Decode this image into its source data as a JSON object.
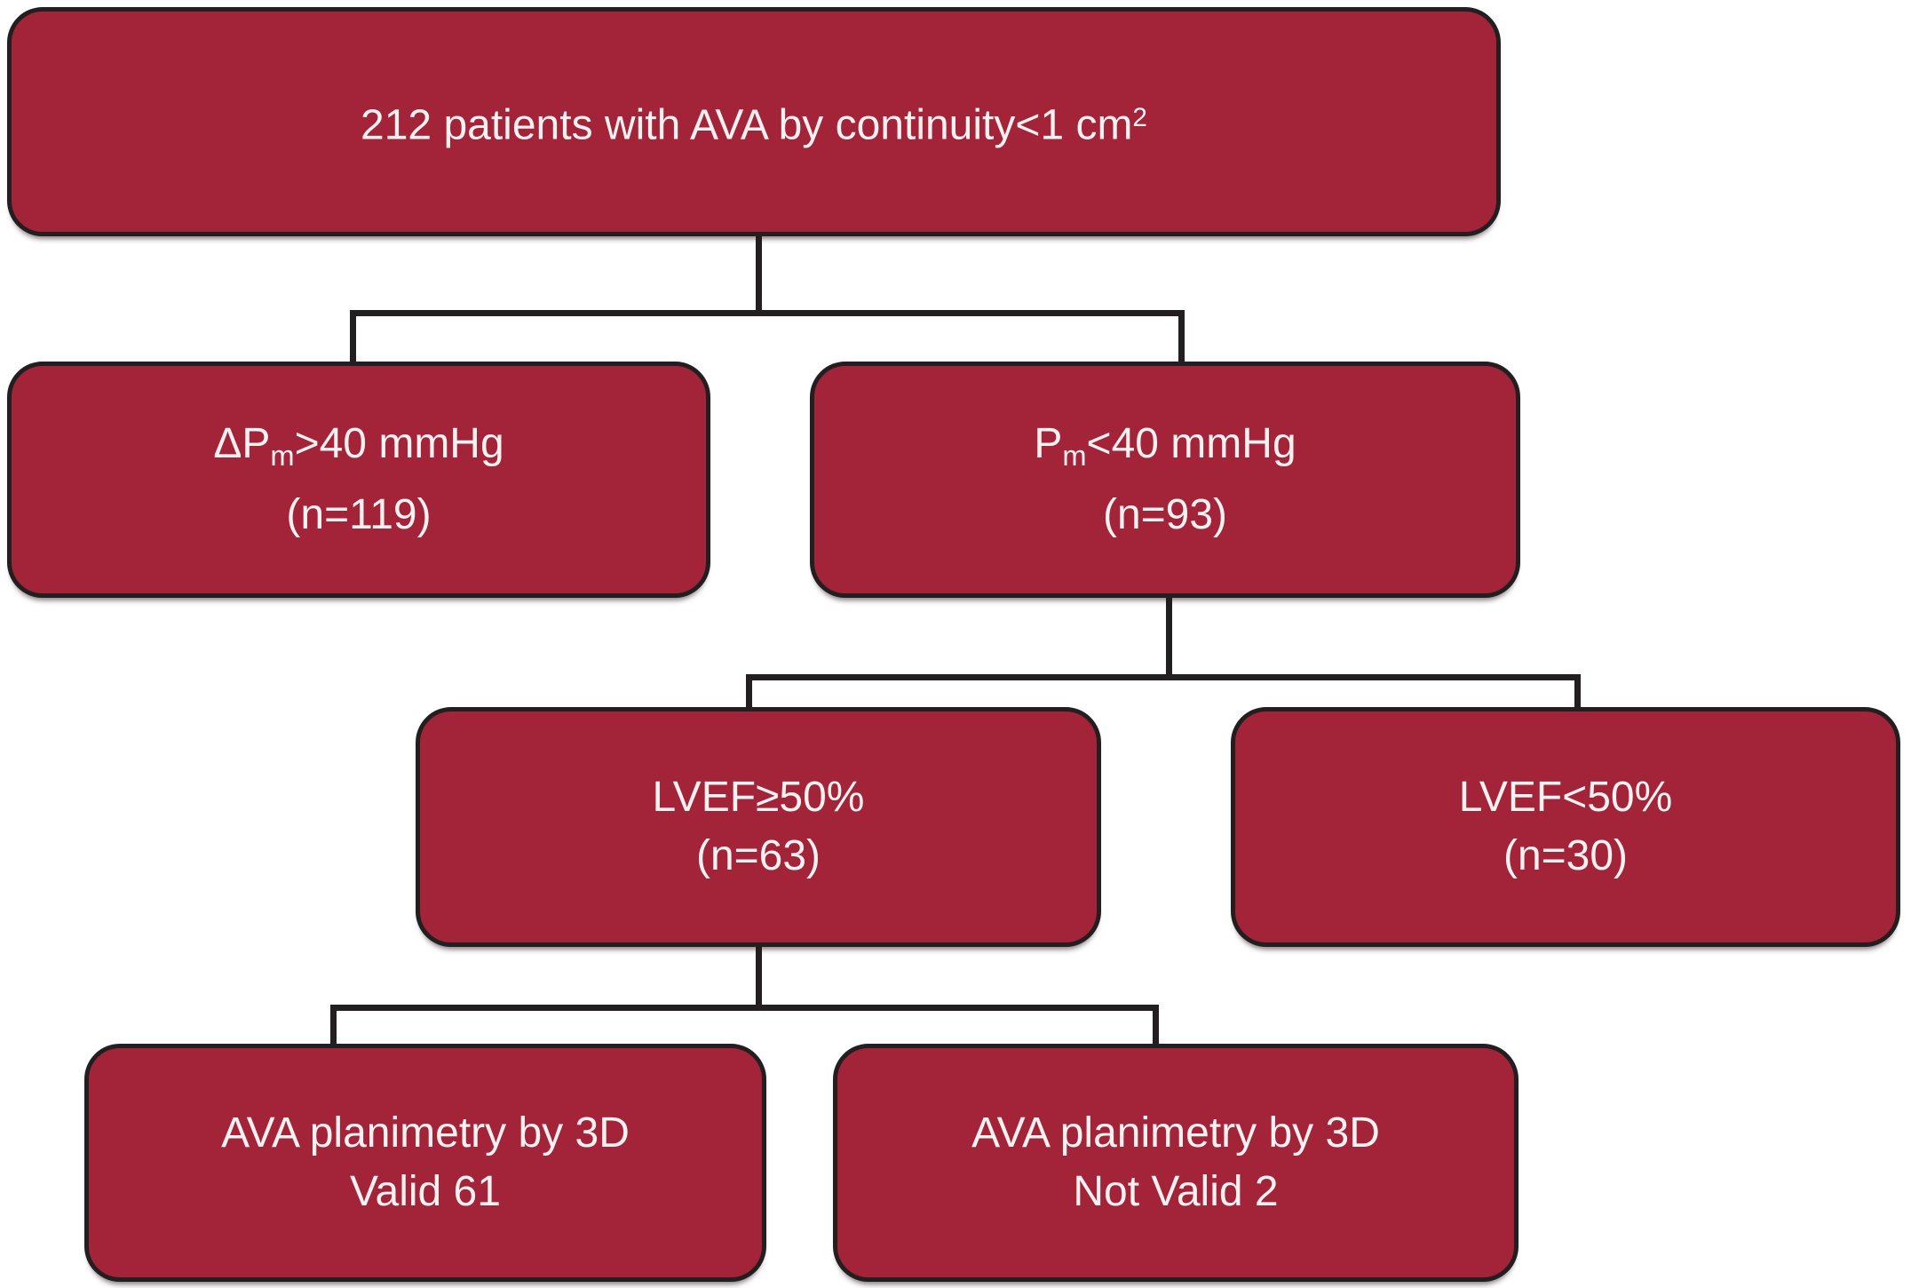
{
  "flowchart": {
    "colors": {
      "background": "#ffffff",
      "box_fill": "#a32438",
      "box_border": "#231f20",
      "connector": "#231f20",
      "text_color": "#f7f1f2"
    },
    "nodes": {
      "root": {
        "text": "212 patients with AVA by continuity<1 cm",
        "superscript": "2"
      },
      "delta_pm_high": {
        "pre": "ΔP",
        "sub": "m",
        "post": ">40 mmHg",
        "count": "(n=119)"
      },
      "pm_low": {
        "pre": "P",
        "sub": "m",
        "post": "<40 mmHg",
        "count": "(n=93)"
      },
      "lvef_preserved": {
        "label": "LVEF≥50%",
        "count": "(n=63)"
      },
      "lvef_reduced": {
        "label": "LVEF<50%",
        "count": "(n=30)"
      },
      "planimetry_valid": {
        "label": "AVA planimetry by 3D",
        "result": "Valid 61"
      },
      "planimetry_not_valid": {
        "label": "AVA planimetry by 3D",
        "result": "Not Valid 2"
      }
    }
  }
}
